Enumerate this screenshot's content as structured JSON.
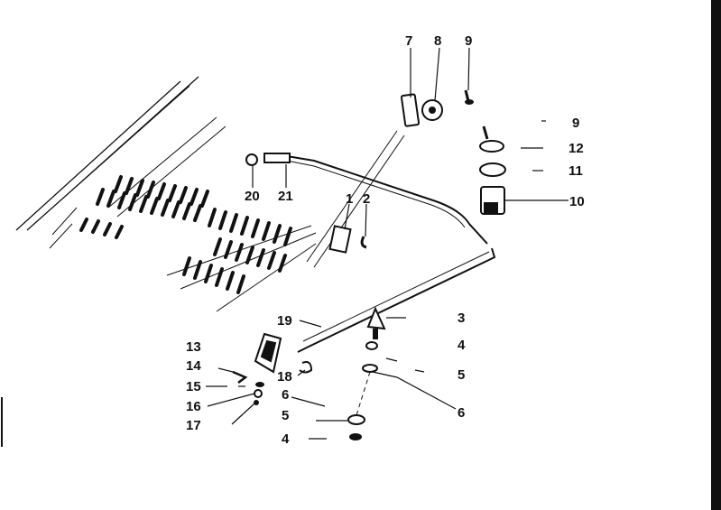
{
  "diagram": {
    "callouts": [
      {
        "id": "c7",
        "text": "7"
      },
      {
        "id": "c8",
        "text": "8"
      },
      {
        "id": "c9a",
        "text": "9"
      },
      {
        "id": "c9b",
        "text": "9"
      },
      {
        "id": "c12",
        "text": "12"
      },
      {
        "id": "c11",
        "text": "11"
      },
      {
        "id": "c10",
        "text": "10"
      },
      {
        "id": "c20",
        "text": "20"
      },
      {
        "id": "c21",
        "text": "21"
      },
      {
        "id": "c1",
        "text": "1"
      },
      {
        "id": "c2",
        "text": "2"
      },
      {
        "id": "c19",
        "text": "19"
      },
      {
        "id": "c3",
        "text": "3"
      },
      {
        "id": "c4a",
        "text": "4"
      },
      {
        "id": "c5a",
        "text": "5"
      },
      {
        "id": "c6a",
        "text": "6"
      },
      {
        "id": "c13",
        "text": "13"
      },
      {
        "id": "c14",
        "text": "14"
      },
      {
        "id": "c15",
        "text": "15"
      },
      {
        "id": "c16",
        "text": "16"
      },
      {
        "id": "c17",
        "text": "17"
      },
      {
        "id": "c18",
        "text": "18"
      },
      {
        "id": "c6b",
        "text": "6"
      },
      {
        "id": "c5b",
        "text": "5"
      },
      {
        "id": "c4b",
        "text": "4"
      }
    ],
    "line_color": "#111111",
    "background": "#ffffff"
  }
}
